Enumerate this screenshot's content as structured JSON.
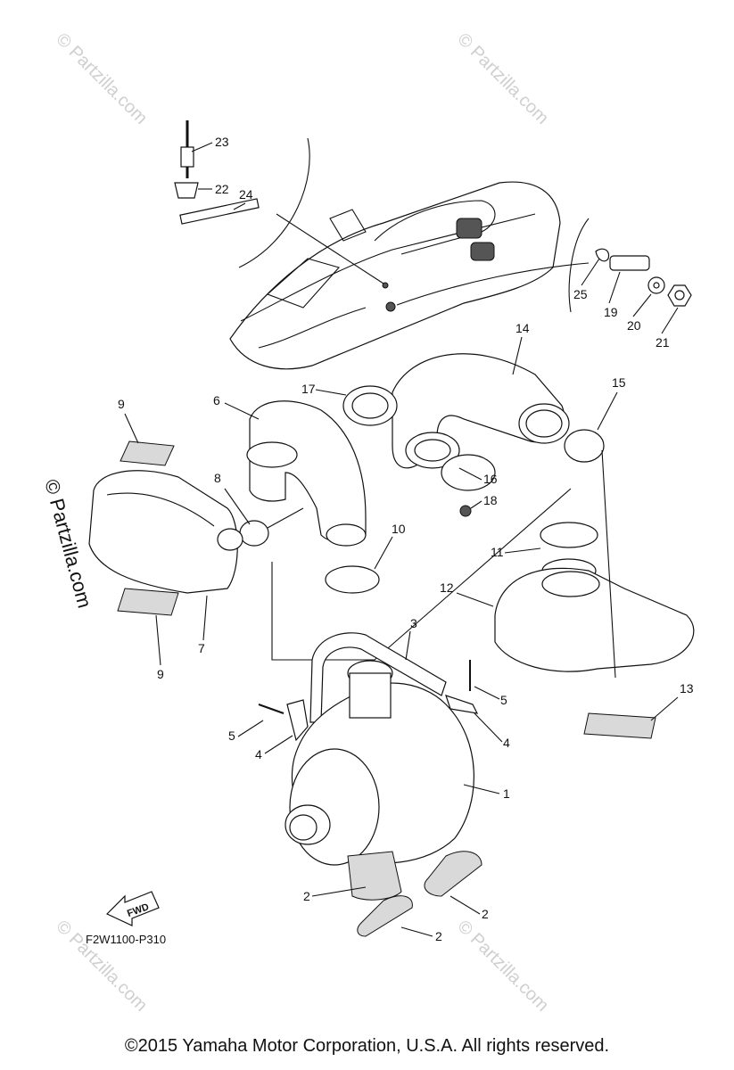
{
  "diagram_code": "F2W1100-P310",
  "copyright": "©2015  Yamaha Motor Corporation, U.S.A. All rights reserved.",
  "watermark_text": "© Partzilla.com",
  "fwd_label": "FWD",
  "callouts": [
    "1",
    "2",
    "2",
    "2",
    "3",
    "4",
    "4",
    "5",
    "5",
    "6",
    "7",
    "8",
    "9",
    "9",
    "10",
    "11",
    "12",
    "13",
    "14",
    "15",
    "16",
    "17",
    "18",
    "19",
    "20",
    "21",
    "22",
    "23",
    "24",
    "25"
  ]
}
